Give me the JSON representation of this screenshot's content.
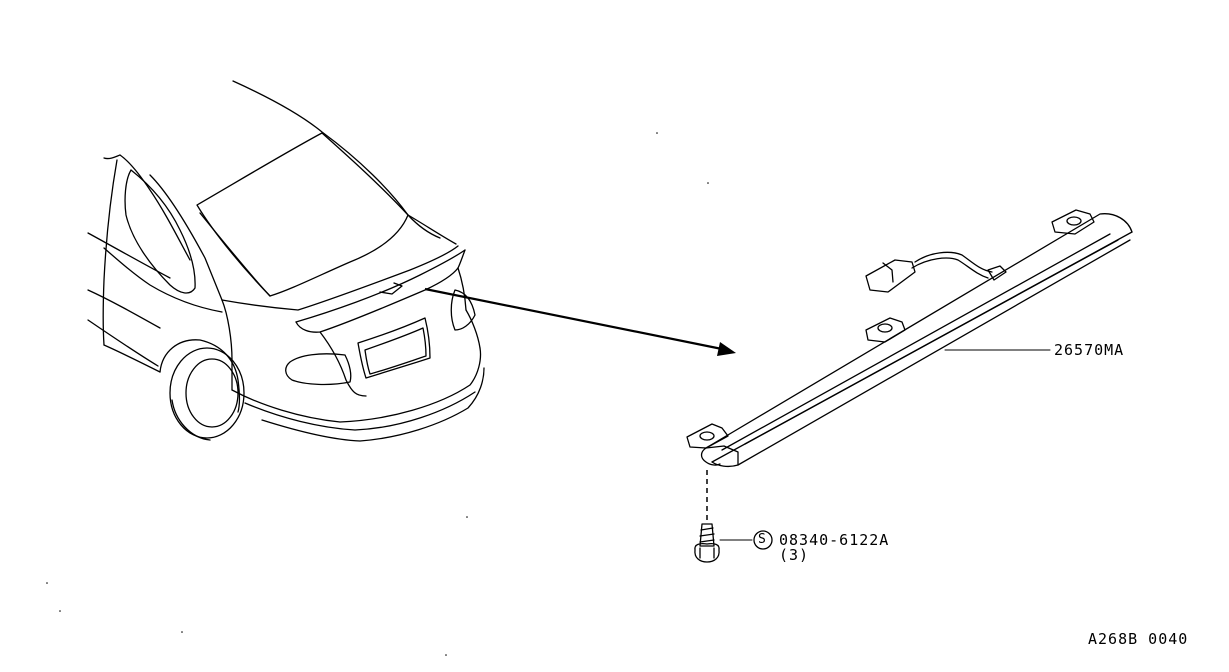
{
  "diagram": {
    "part_label": "26570MA",
    "screw_symbol": "S",
    "screw_part": "08340-6122A",
    "screw_qty": "(3)",
    "drawing_code": "A268B 0040"
  }
}
